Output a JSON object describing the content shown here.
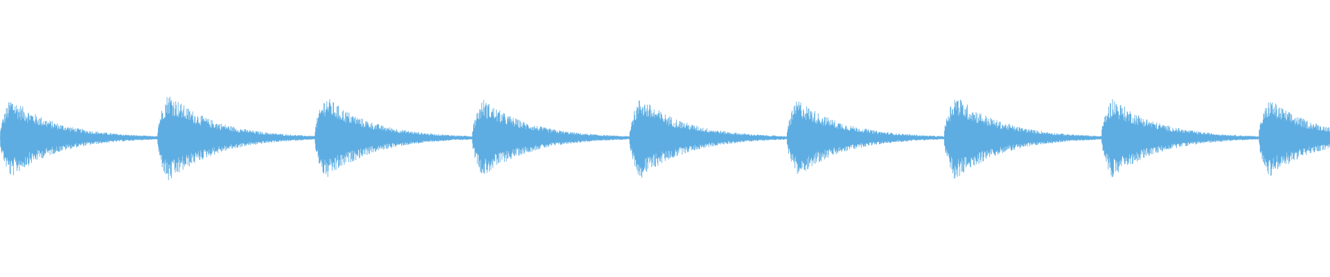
{
  "waveform": {
    "color": "#5dade2",
    "background": "#ffffff",
    "burst_count": 9,
    "burst_period_fraction": 0.1183,
    "burst_first_offset_fraction": 0.0,
    "burst_duration_fraction": 0.0838,
    "attack_fraction": 0.1,
    "decay_shape": "exponential",
    "burst_peak_levels": [
      0.62,
      0.7,
      0.65,
      0.6,
      0.63,
      0.6,
      0.67,
      0.62,
      0.6
    ],
    "tail_level": 0.01
  }
}
